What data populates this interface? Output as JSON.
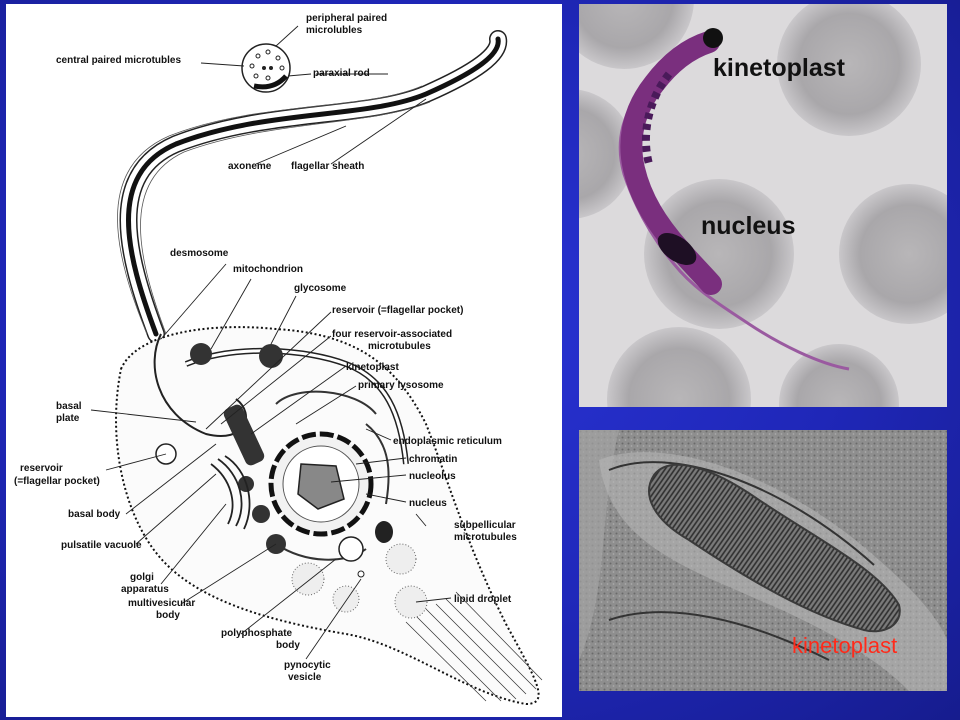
{
  "diagram": {
    "labels": {
      "peripheral_paired_microtubules": [
        "peripheral paired",
        "microlubles"
      ],
      "central_paired_microtubles": "central paired microtubles",
      "paraxial_rod": "paraxial rod",
      "axoneme": "axoneme",
      "flagellar_sheath": "flagellar sheath",
      "desmosome": "desmosome",
      "mitochondrion": "mitochondrion",
      "glycosome": "glycosome",
      "reservoir_flagellar_pocket_top": "reservoir (=flagellar pocket)",
      "four_reservoir_associated": [
        "four reservoir-associated",
        "microtubules"
      ],
      "kinetoplast": "kinetoplast",
      "primary_lysosome": "primary lysosome",
      "basal_plate": [
        "basal",
        "plate"
      ],
      "endoplasmic_reticulum": "endoplasmic reticulum",
      "chromatin": "chromatin",
      "nucleolus": "nucleolus",
      "reservoir_left": [
        "reservoir",
        "(=flagellar pocket)"
      ],
      "nucleus": "nucleus",
      "basal_body": "basal body",
      "subpellicular": [
        "subpellicular",
        "microtubules"
      ],
      "pulsatile_vacuole": "pulsatile vacuole",
      "golgi_apparatus": [
        "golgi",
        "apparatus"
      ],
      "lipid_droplet": "lipid droplet",
      "multivesicular_body": [
        "multivesicular",
        "body"
      ],
      "polyphosphate_body": [
        "polyphosphate",
        "body"
      ],
      "pynocytic_vesicle": [
        "pynocytic",
        "vesicle"
      ]
    }
  },
  "micrograph": {
    "kinetoplast_label": "kinetoplast",
    "nucleus_label": "nucleus"
  },
  "em": {
    "kinetoplast_label": "kinetoplast"
  },
  "colors": {
    "background": "#1f27b8",
    "stain_purple": "#7a2f7e",
    "em_label_red": "#ff2a1a"
  }
}
